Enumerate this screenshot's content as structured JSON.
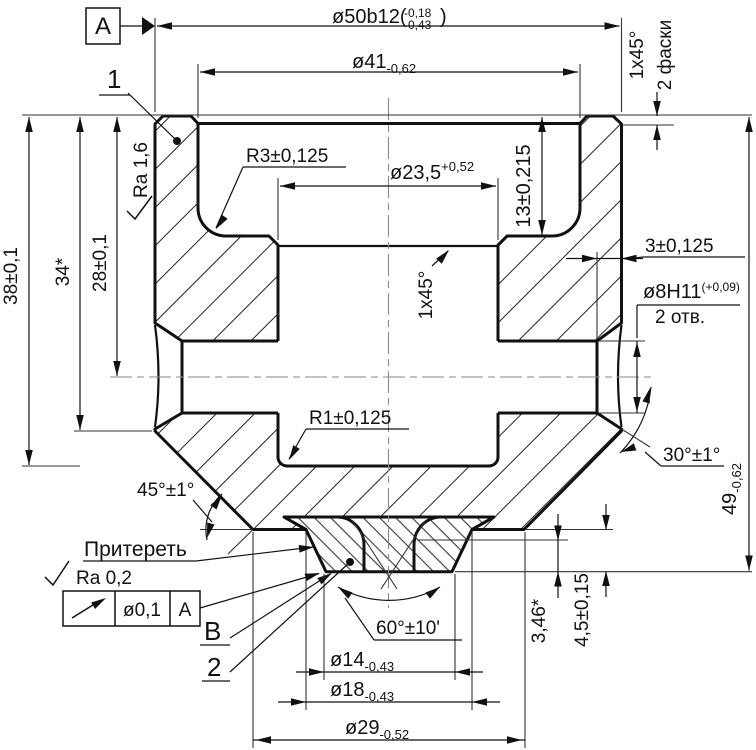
{
  "t": {
    "pos1": "1",
    "pos2": "2",
    "datumA": "A",
    "viewB": "B",
    "d50_main": "ø50b12(",
    "d50_tu": "-0,18",
    "d50_td": "-0,43",
    "d50_close": ")",
    "d41": "ø41",
    "d41_tol": "-0,62",
    "d235": "ø23,5",
    "d235_tol": "+0,52",
    "dep13": "13±0,215",
    "wall3": "3±0,125",
    "d8": "ø8H11",
    "d8_tol": "(+0,09)",
    "d8_qty": "2 отв.",
    "ch_bore": "1x45°",
    "ch_top": "1x45°",
    "ch_qty": "2 фаски",
    "h28": "28±0,1",
    "h34": "34*",
    "h38": "38±0,1",
    "r3": "R3±0,125",
    "r1": "R1±0,125",
    "a30": "30°±1°",
    "a45": "45°±1°",
    "a60": "60°±10'",
    "h49": "49",
    "h49_tol": "-0,62",
    "d14": "ø14",
    "d14_tol": "-0,43",
    "d18": "ø18",
    "d18_tol": "-0,43",
    "d29": "ø29",
    "d29_tol": "-0,52",
    "h346": "3,46*",
    "h455": "4,5±0,15",
    "lap": "Притереть",
    "ra16": "Ra 1,6",
    "ra02": "Ra 0,2",
    "fcf_tol": "ø0,1",
    "fcf_datum": "A"
  }
}
